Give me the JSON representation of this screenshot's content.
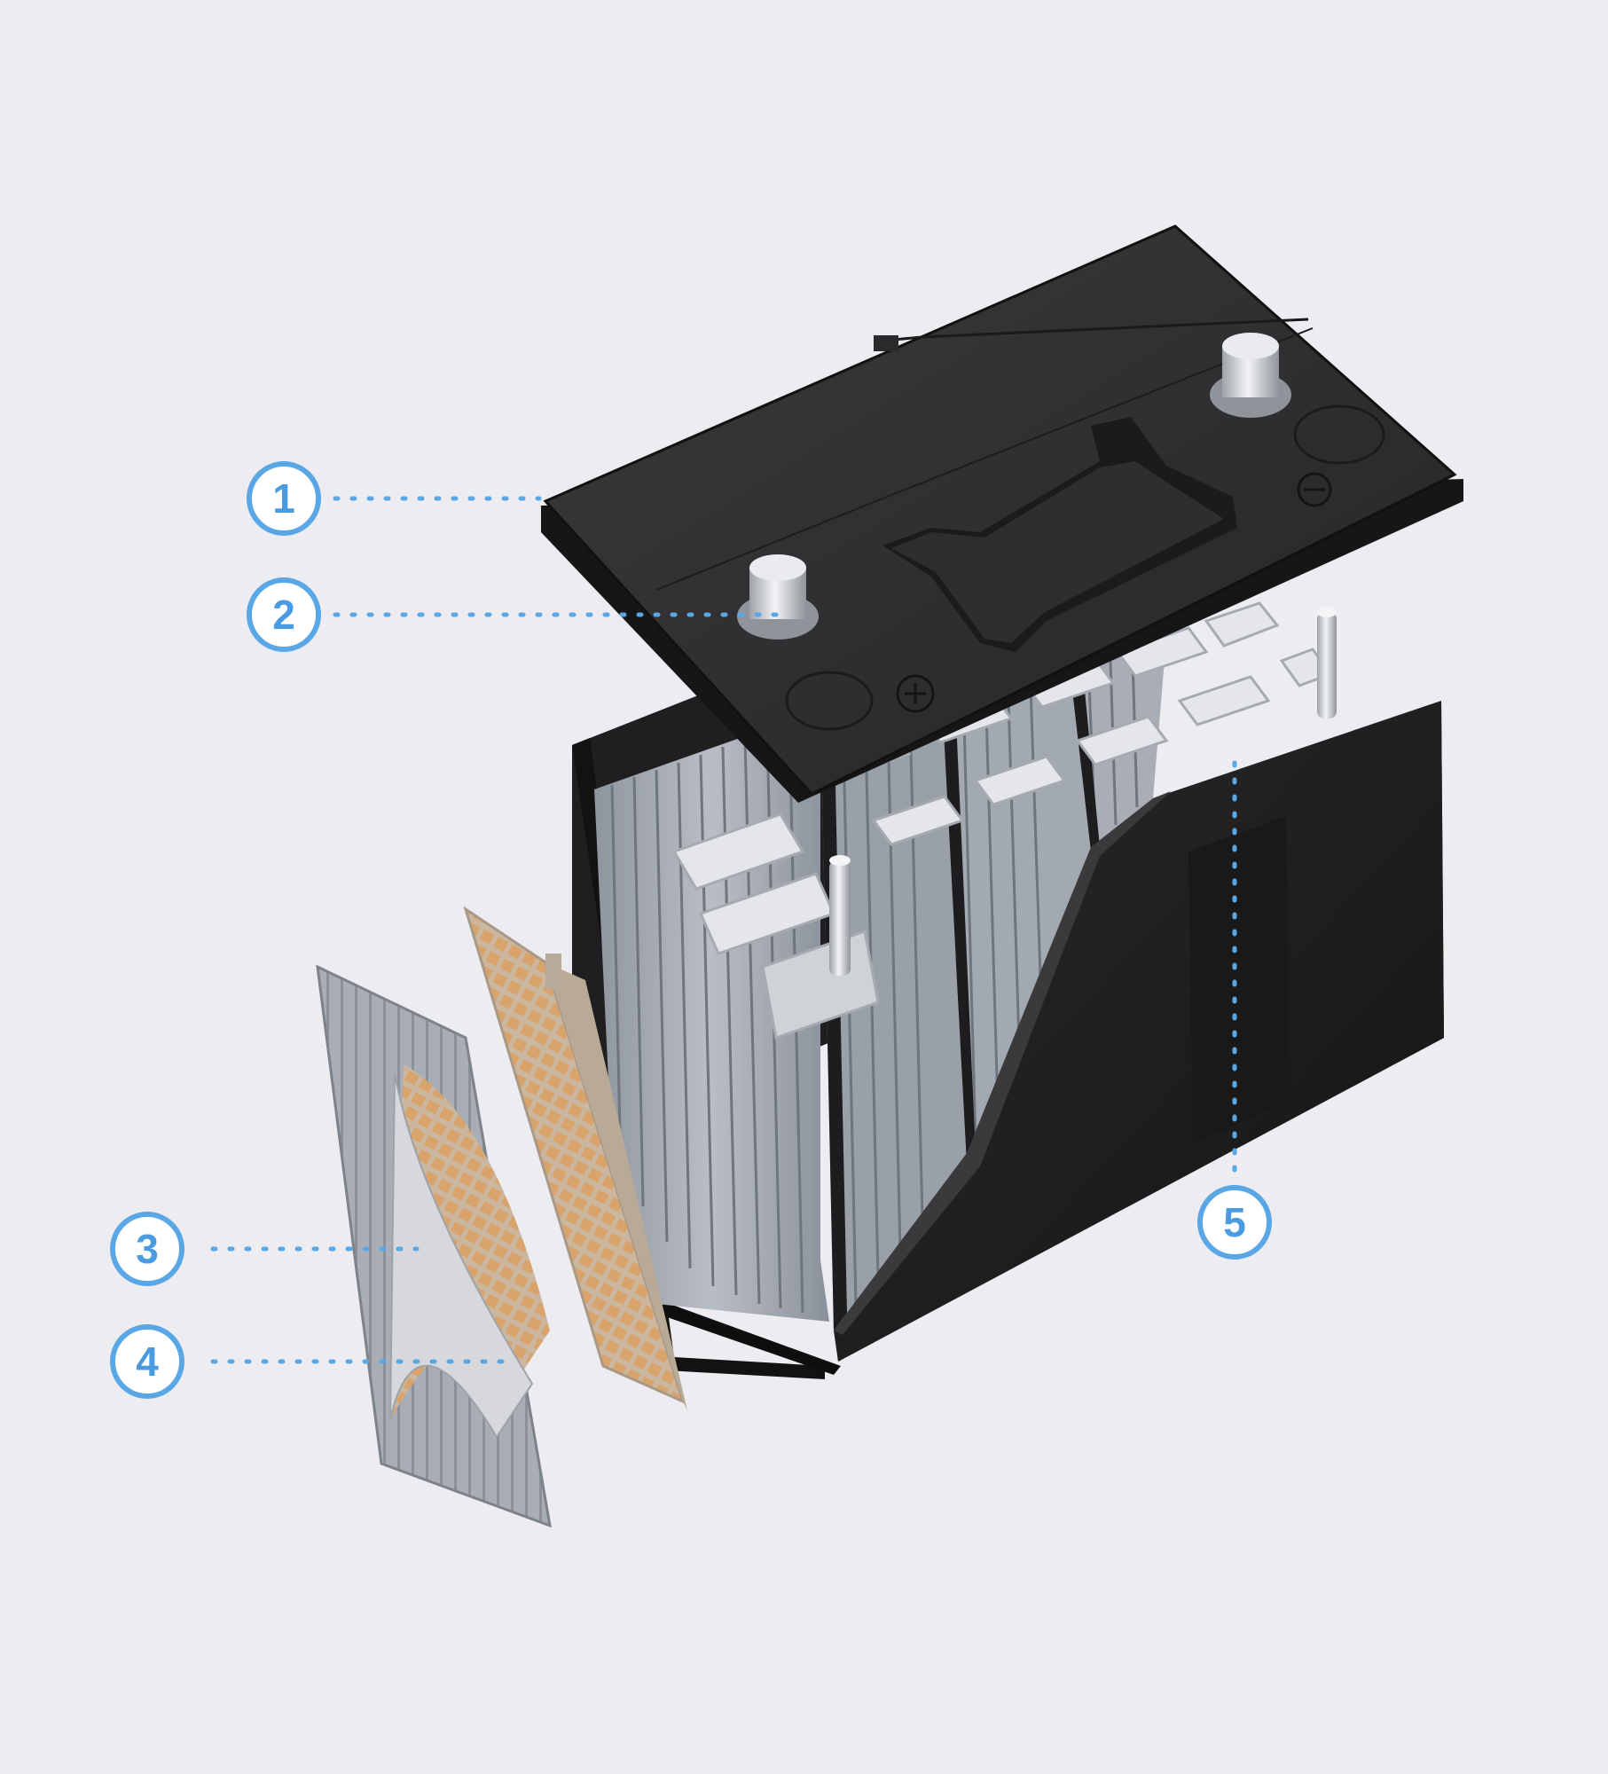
{
  "colors": {
    "background": "#ececf1",
    "accent": "#5aa7e6",
    "lid": "#2b2b2d",
    "case": "#1c1c1e",
    "plate_gray": "#a7adb6",
    "grid_orange": "#d8a46e"
  },
  "callouts": [
    {
      "number": "1"
    },
    {
      "number": "2"
    },
    {
      "number": "3"
    },
    {
      "number": "4"
    },
    {
      "number": "5"
    }
  ],
  "icons": {
    "positive_symbol": "plus-in-circle",
    "negative_symbol": "minus-in-circle"
  }
}
